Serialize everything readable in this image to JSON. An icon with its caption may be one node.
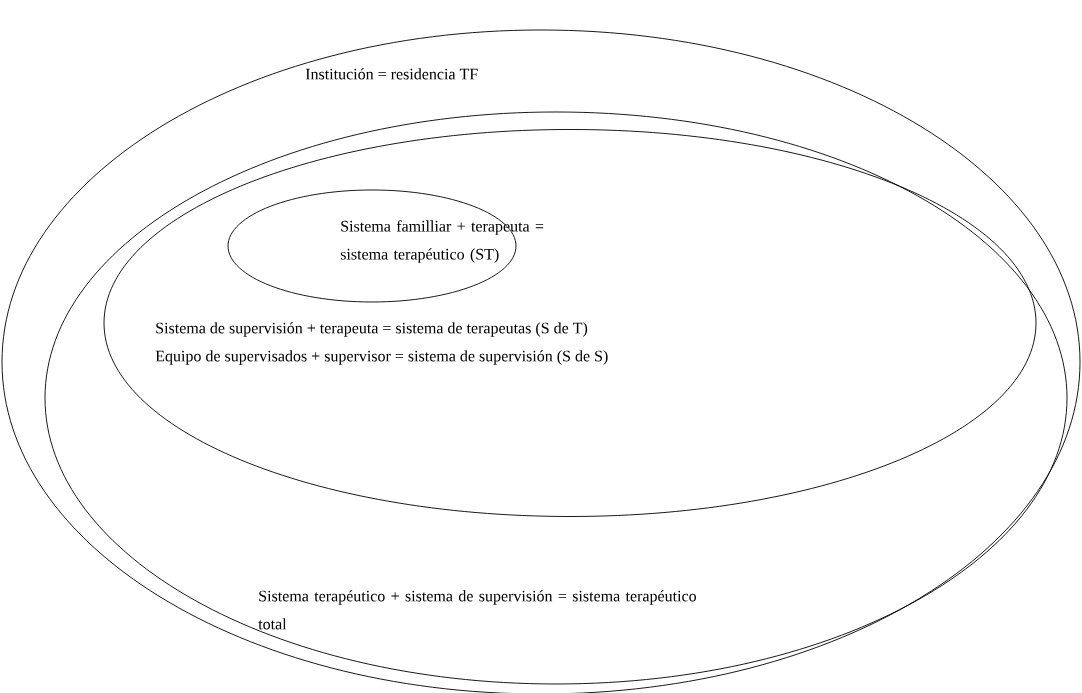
{
  "diagram": {
    "nodes": [
      {
        "text": [
          "Institución = residencia TF"
        ]
      },
      {
        "text": [
          "Sistema terapéutico + sistema de supervisión = sistema terapéutico total"
        ],
        "in": 0
      },
      {
        "text": [
          "Sistema de supervisión + terapeuta = sistema de terapeutas (S de T)",
          "Equipo de supervisados + supervisor = sistema de supervisión (S de S)"
        ],
        "in": 1
      },
      {
        "text": [
          "Sistema familliar + terapeuta = sistema terapéutico (ST)"
        ],
        "in": 2
      }
    ]
  }
}
